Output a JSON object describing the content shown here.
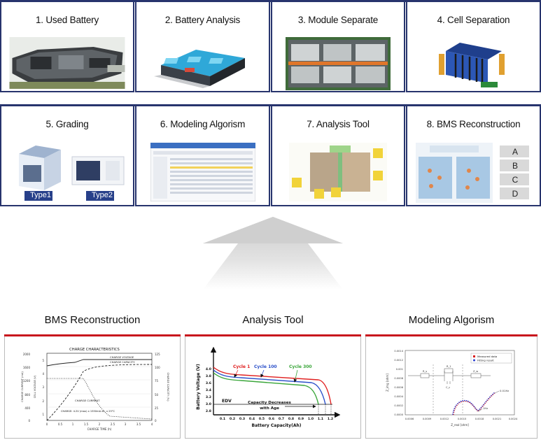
{
  "steps": [
    {
      "label": "1. Used Battery",
      "icon": "used-battery-image"
    },
    {
      "label": "2. Battery Analysis",
      "icon": "battery-pack-image"
    },
    {
      "label": "3. Module Separate",
      "icon": "module-separate-image"
    },
    {
      "label": "4. Cell Separation",
      "icon": "cell-separation-image"
    },
    {
      "label": "5. Grading",
      "icon": "grading-containers-image",
      "types": [
        "Type1",
        "Type2"
      ]
    },
    {
      "label": "6. Modeling Algorism",
      "icon": "software-screen-image"
    },
    {
      "label": "7. Analysis Tool",
      "icon": "battery-analysis-diagram"
    },
    {
      "label": "8. BMS Reconstruction",
      "icon": "bms-diagram",
      "options": [
        "A",
        "B",
        "C",
        "D"
      ]
    }
  ],
  "sections": [
    {
      "title": "BMS Reconstruction"
    },
    {
      "title": "Analysis Tool"
    },
    {
      "title": "Modeling Algorism"
    }
  ],
  "charge_chart": {
    "title": "CHARGE CHARACTERISTICS",
    "labels": {
      "voltage": "CHARGE VOLTAGE",
      "capacity": "CHARGE CAPACITY",
      "current": "CHARGE CURRENT",
      "condition": "CHARGE: 4.2V (max) x 1550mA x4, x 25°C",
      "xlabel": "CHARGE TIME (h)",
      "ylabel_left1": "CHARGE CURRENT (mA)",
      "ylabel_left2": "CELL VOLTAGE (V)",
      "ylabel_right": "CHARGE CAPACITY (%)"
    },
    "left_ticks": [
      "2000",
      "1600",
      "1200",
      "800",
      "400",
      "0"
    ],
    "volt_ticks": [
      "5",
      "4",
      "3",
      "2",
      "1"
    ],
    "right_ticks": [
      "125",
      "100",
      "75",
      "50",
      "25",
      "0"
    ],
    "x_ticks": [
      "0",
      "0.5",
      "1",
      "1.5",
      "2",
      "2.5",
      "3",
      "3.5",
      "4"
    ]
  },
  "capacity_chart": {
    "ylabel": "Battery Voltage (V)",
    "xlabel": "Battery Capacity(Ah)",
    "y_ticks": [
      "4.0",
      "3.8",
      "3.6",
      "3.4",
      "3.2",
      "3.0",
      "2.8"
    ],
    "x_ticks": [
      "0.1",
      "0.2",
      "0.3",
      "0.4",
      "0.5",
      "0.6",
      "0.7",
      "0.8",
      "0.9",
      "1.0",
      "1.1",
      "1.2"
    ],
    "cycles": [
      {
        "name": "Cycle 1",
        "color": "#e02020"
      },
      {
        "name": "Cycle 100",
        "color": "#2a4fc9"
      },
      {
        "name": "Cycle 300",
        "color": "#3aa63a"
      }
    ],
    "edv": "EDV",
    "note_line1": "Capacity Decreases",
    "note_line2": "with Age"
  },
  "impedance_chart": {
    "ylabel": "Z_img [ohm]",
    "xlabel": "Z_real [ohm]",
    "y_ticks": [
      "0.0014",
      "0.0012",
      "0.001",
      "0.0008",
      "0.0006",
      "0.0004",
      "0.0002",
      "0.0000"
    ],
    "x_ticks": [
      "0.0006",
      "0.0009",
      "0.0012",
      "0.0015",
      "0.0018",
      "0.0021",
      "0.0024"
    ],
    "legend": [
      {
        "name": "Measured data",
        "color": "#d81b1b"
      },
      {
        "name": "Fitting result",
        "color": "#2b3fd1"
      }
    ],
    "annotations": [
      "0.01Hz",
      "1Hz"
    ],
    "circuit_labels": [
      "R_s",
      "R_1",
      "C_c",
      "Z_w"
    ]
  }
}
